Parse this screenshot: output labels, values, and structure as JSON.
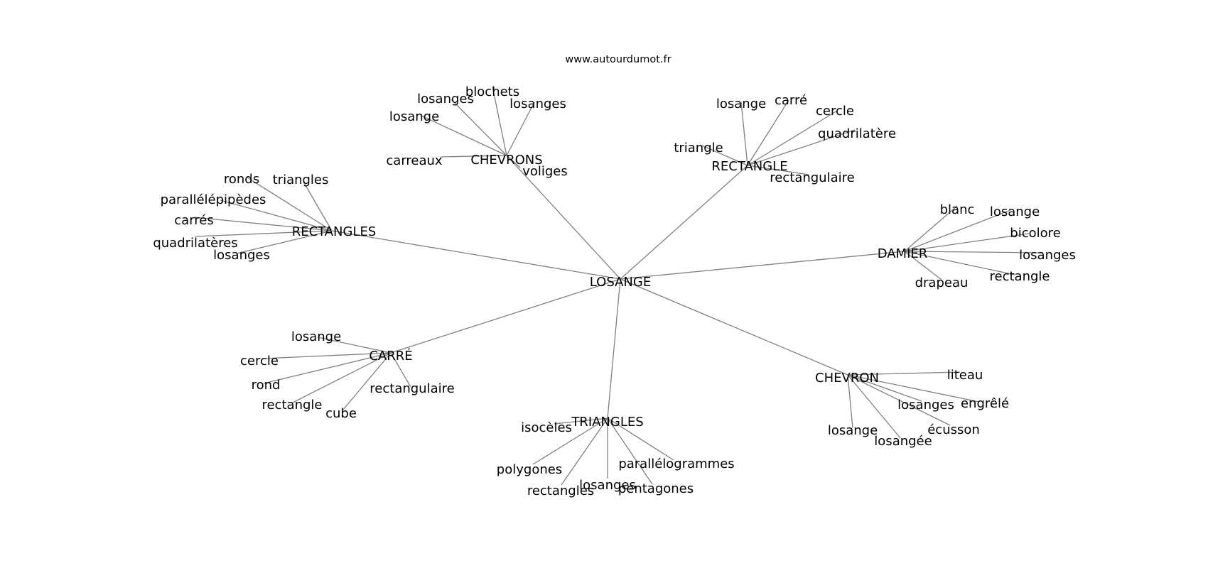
{
  "credit": "www.autourdumot.fr",
  "edge_color": "#808080",
  "text_color": "#000000",
  "center": {
    "id": "n0",
    "label": "LOSANGE"
  },
  "hubs": [
    {
      "id": "n1",
      "label": "CHEVRONS",
      "leaves": [
        "blochets",
        "losanges",
        "losange",
        "losanges",
        "carreaux",
        "voliges"
      ]
    },
    {
      "id": "n2",
      "label": "RECTANGLE",
      "leaves": [
        "losange",
        "carré",
        "cercle",
        "quadrilatère",
        "triangle",
        "rectangulaire"
      ]
    },
    {
      "id": "n3",
      "label": "RECTANGLES",
      "leaves": [
        "ronds",
        "triangles",
        "parallélépipèdes",
        "carrés",
        "quadrilatères",
        "losanges"
      ]
    },
    {
      "id": "n4",
      "label": "DAMIER",
      "leaves": [
        "blanc",
        "losange",
        "bicolore",
        "losanges",
        "rectangle",
        "drapeau"
      ]
    },
    {
      "id": "n5",
      "label": "CARRÉ",
      "leaves": [
        "losange",
        "cercle",
        "rond",
        "rectangle",
        "cube",
        "rectangulaire"
      ]
    },
    {
      "id": "n6",
      "label": "CHEVRON",
      "leaves": [
        "liteau",
        "losanges",
        "engrêlé",
        "écusson",
        "losange",
        "losangée"
      ]
    },
    {
      "id": "n7",
      "label": "TRIANGLES",
      "leaves": [
        "isocèles",
        "polygones",
        "rectangles",
        "losanges",
        "pentagones",
        "parallélogrammes"
      ]
    }
  ]
}
